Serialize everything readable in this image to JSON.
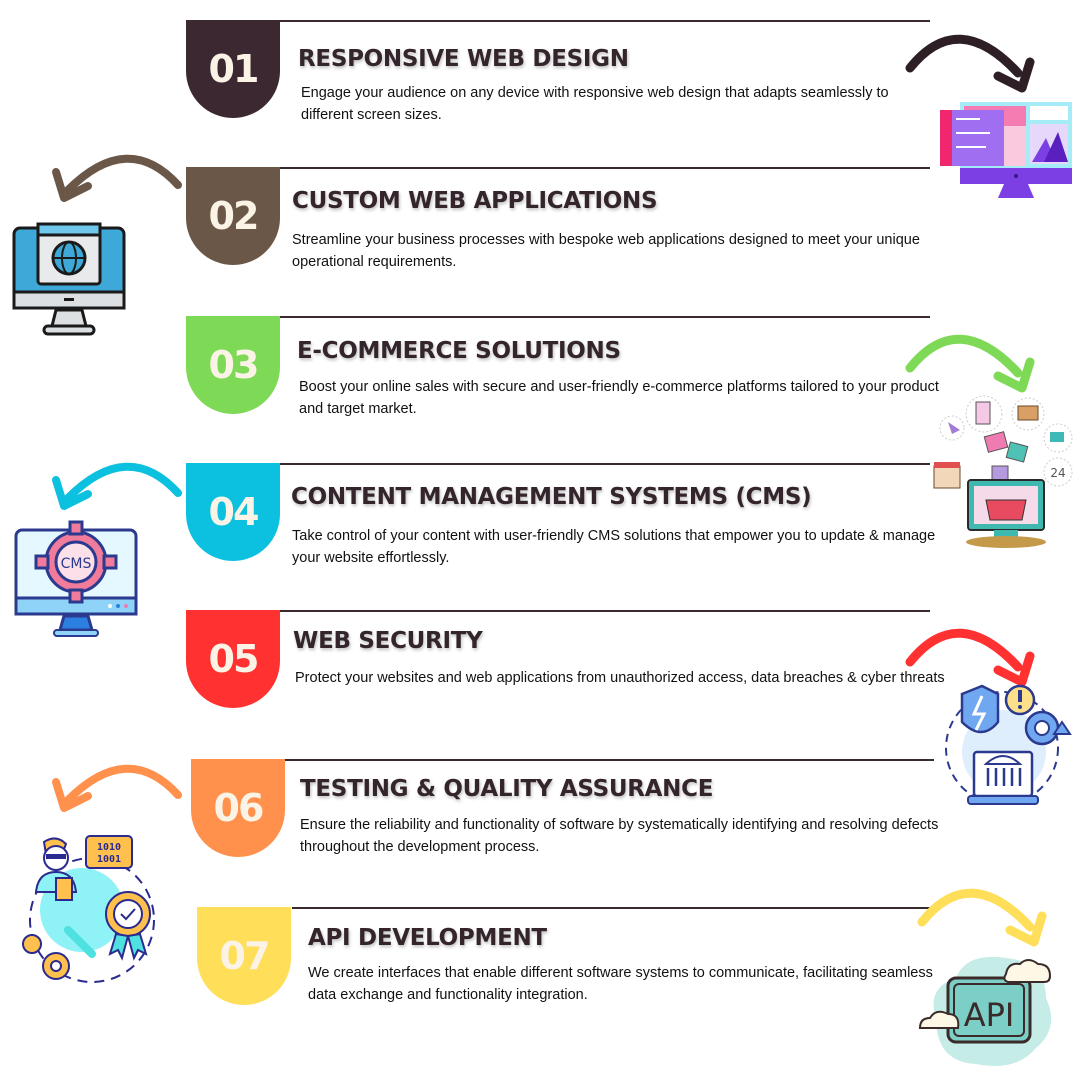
{
  "services": [
    {
      "number": "01",
      "title": "RESPONSIVE WEB DESIGN",
      "description": "Engage your audience on any device with responsive web design that adapts seamlessly to different screen sizes.",
      "color": "#3b2830",
      "icon": "responsive-monitor-icon"
    },
    {
      "number": "02",
      "title": "CUSTOM WEB APPLICATIONS",
      "description": "Streamline your business processes with bespoke web applications designed to meet your unique operational requirements.",
      "color": "#6b5748",
      "icon": "web-globe-monitor-icon"
    },
    {
      "number": "03",
      "title": "E-COMMERCE SOLUTIONS",
      "description": "Boost your online sales with secure and user-friendly e-commerce platforms tailored to your product and target market.",
      "color": "#7ed957",
      "icon": "ecommerce-basket-icon"
    },
    {
      "number": "04",
      "title": "CONTENT MANAGEMENT SYSTEMS (CMS)",
      "description": "Take control of your content with user-friendly CMS solutions that empower you to update & manage your website effortlessly.",
      "color": "#0cc0df",
      "icon": "cms-gear-monitor-icon",
      "icon_label": "CMS"
    },
    {
      "number": "05",
      "title": "WEB SECURITY",
      "description": "Protect your websites and web applications from unauthorized access, data breaches & cyber threats",
      "color": "#ff3131",
      "icon": "security-shield-icon"
    },
    {
      "number": "06",
      "title": "TESTING & QUALITY ASSURANCE",
      "description": "Ensure the reliability and functionality of software by systematically identifying and resolving defects throughout the development process.",
      "color": "#ff914d",
      "icon": "qa-tester-icon",
      "icon_label_1": "1010",
      "icon_label_2": "1001"
    },
    {
      "number": "07",
      "title": "API DEVELOPMENT",
      "description": "We create interfaces that enable different software systems to communicate, facilitating seamless data exchange and functionality integration.",
      "color": "#ffde59",
      "icon": "api-cloud-icon",
      "icon_label": "API"
    }
  ],
  "ecommerce_icon_label": "24"
}
